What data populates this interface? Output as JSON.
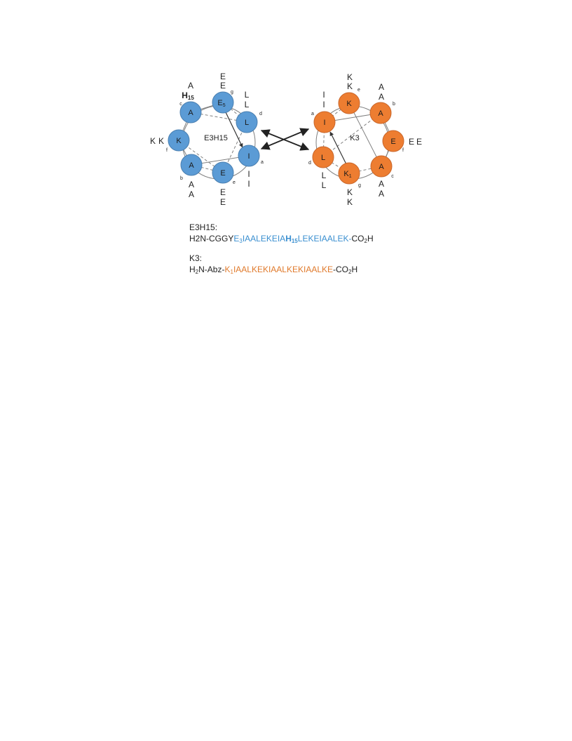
{
  "colors": {
    "e3h15": "#5b9bd5",
    "k3": "#ed7d31",
    "e3h15_text": "#3a8fd0",
    "k3_text": "#e07a2c",
    "outline": "#7f7f7f"
  },
  "e3h15_wheel": {
    "name": "E3H15",
    "residues": [
      {
        "pos": "c",
        "res": "A",
        "outer": [
          "A",
          "H15"
        ],
        "outer_bold": [
          false,
          true
        ]
      },
      {
        "pos": "g",
        "res": "E5",
        "outer": [
          "E",
          "E"
        ],
        "outer_bold": [
          false,
          false
        ]
      },
      {
        "pos": "d",
        "res": "L",
        "outer": [
          "L",
          "L"
        ],
        "outer_bold": [
          false,
          false
        ]
      },
      {
        "pos": "f",
        "res": "K",
        "outer": [
          "K",
          "K"
        ],
        "outer_bold": [
          false,
          false
        ]
      },
      {
        "pos": "a",
        "res": "I",
        "outer": [
          "I",
          "I"
        ],
        "outer_bold": [
          false,
          false
        ]
      },
      {
        "pos": "b",
        "res": "A",
        "outer": [
          "A",
          "A"
        ],
        "outer_bold": [
          false,
          false
        ]
      },
      {
        "pos": "e",
        "res": "E",
        "outer": [
          "E",
          "E"
        ],
        "outer_bold": [
          false,
          false
        ]
      }
    ]
  },
  "k3_wheel": {
    "name": "K3",
    "residues": [
      {
        "pos": "e",
        "res": "K",
        "outer": [
          "K",
          "K"
        ]
      },
      {
        "pos": "a",
        "res": "I",
        "outer": [
          "I",
          "I"
        ]
      },
      {
        "pos": "b",
        "res": "A",
        "outer": [
          "A",
          "A"
        ]
      },
      {
        "pos": "f",
        "res": "E",
        "outer": [
          "E",
          "E"
        ]
      },
      {
        "pos": "d",
        "res": "L",
        "outer": [
          "L",
          "L"
        ]
      },
      {
        "pos": "c",
        "res": "A",
        "outer": [
          "A",
          "A"
        ]
      },
      {
        "pos": "g",
        "res": "K1",
        "outer": [
          "K",
          "K"
        ]
      }
    ]
  },
  "sequences": {
    "e3h15": {
      "name": "E3H15:",
      "prefix": "H2N-CGGY",
      "e_main": "E",
      "e_sub": "3",
      "mid1": "IAALEKEIA",
      "h_main": "H",
      "h_sub": "15",
      "mid2": "LEKEIAALEK",
      "suffix_dash": "-",
      "co2h_a": "CO",
      "co2h_sub": "2",
      "co2h_b": "H"
    },
    "k3": {
      "name": "K3:",
      "h2n_a": "H",
      "h2n_sub": "2",
      "h2n_b": "N-Abz-",
      "k_main": "K",
      "k_sub": "1",
      "colored": "IAALKEKIAALKEKIAALKE",
      "suffix": "-CO",
      "co2h_sub": "2",
      "co2h_b": "H"
    }
  }
}
